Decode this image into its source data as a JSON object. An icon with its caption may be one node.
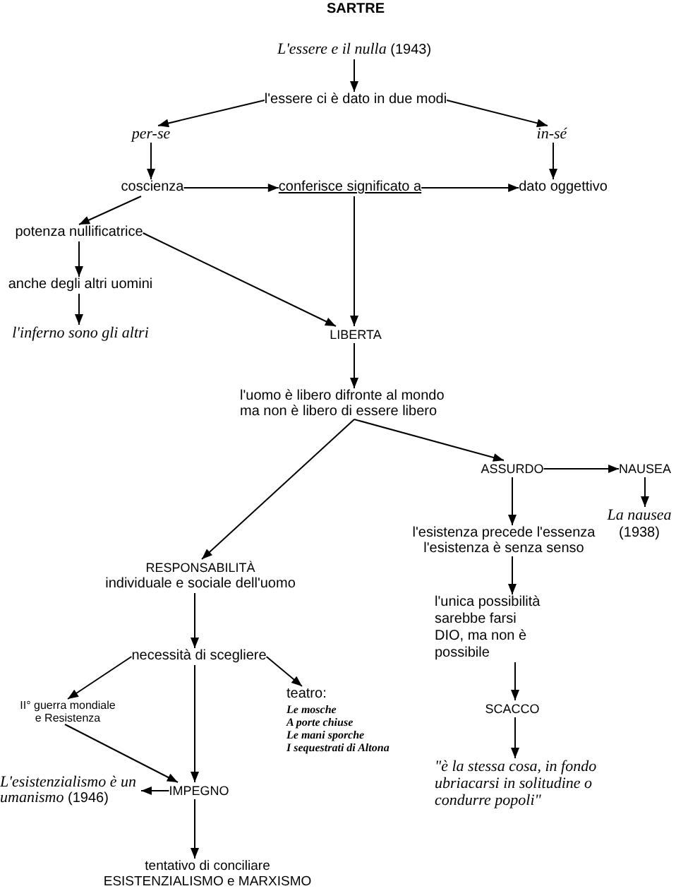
{
  "diagram": {
    "title": "SARTRE",
    "nodes": [
      {
        "text": [
          "*L'essere e il nulla* (1943)"
        ]
      },
      {
        "text": [
          "l'essere ci è dato in due modi"
        ]
      },
      {
        "text": [
          "per-se"
        ]
      },
      {
        "text": [
          "in-sé"
        ]
      },
      {
        "text": [
          "coscienza"
        ]
      },
      {
        "text": [
          "conferisce significato a"
        ]
      },
      {
        "text": [
          "dato oggettivo"
        ]
      },
      {
        "text": [
          "potenza nullificatrice"
        ]
      },
      {
        "text": [
          "anche degli altri uomini"
        ]
      },
      {
        "text": [
          "l'inferno sono gli altri"
        ]
      },
      {
        "text": [
          "LIBERTA"
        ]
      },
      {
        "text": [
          "l'uomo è libero difronte al mondo ma non è libero di essere libero"
        ]
      },
      {
        "text": [
          "ASSURDO"
        ]
      },
      {
        "text": [
          "NAUSEA"
        ]
      },
      {
        "text": [
          "*La nausea* (1938)"
        ]
      },
      {
        "text": [
          "l'esistenza precede l'essenza l'esistenza è senza senso"
        ]
      },
      {
        "text": [
          "RESPONSABILITÀ",
          "individuale e sociale dell'uomo"
        ]
      },
      {
        "text": [
          "l'unica possibilità sarebbe farsi DIO, ma non è possibile"
        ]
      },
      {
        "text": [
          "necessità di scegliere"
        ]
      },
      {
        "text": [
          "II° guerra mondiale e Resistenza"
        ]
      },
      {
        "text": [
          "teatro:",
          "Le mosche",
          "A porte chiuse",
          "Le mani sporche",
          "I sequestrati di Altona"
        ]
      },
      {
        "text": [
          "SCACCO"
        ]
      },
      {
        "text": [
          "IMPEGNO"
        ]
      },
      {
        "text": [
          "*L'esistenzialismo è un umanismo* (1946)"
        ]
      },
      {
        "text": [
          "\"è la stessa cosa, in fondo ubriacarsi in solitudine o condurre popoli\""
        ]
      },
      {
        "text": [
          "tentativo di conciliare ESISTENZIALISMO e MARXISMO"
        ]
      }
    ],
    "edges": [
      {
        "from": 0,
        "to": 1,
        "arrow": "to"
      },
      {
        "from": 1,
        "to": 2,
        "arrow": "to"
      },
      {
        "from": 1,
        "to": 3,
        "arrow": "to"
      },
      {
        "from": 2,
        "to": 4,
        "arrow": "to"
      },
      {
        "from": 3,
        "to": 6,
        "arrow": "to"
      },
      {
        "from": 4,
        "to": 5,
        "arrow": "to"
      },
      {
        "from": 5,
        "to": 6,
        "arrow": "to"
      },
      {
        "from": 4,
        "to": 7,
        "arrow": "to"
      },
      {
        "from": 5,
        "to": 10,
        "arrow": "to"
      },
      {
        "from": 7,
        "to": 10,
        "arrow": "to"
      },
      {
        "from": 7,
        "to": 8,
        "arrow": "to"
      },
      {
        "from": 8,
        "to": 9,
        "arrow": "to"
      },
      {
        "from": 10,
        "to": 11,
        "arrow": "to"
      },
      {
        "from": 11,
        "to": 16,
        "arrow": "to"
      },
      {
        "from": 11,
        "to": 12,
        "arrow": "to"
      },
      {
        "from": 12,
        "to": 13,
        "arrow": "to"
      },
      {
        "from": 13,
        "to": 14,
        "arrow": "to"
      },
      {
        "from": 12,
        "to": 15,
        "arrow": "to"
      },
      {
        "from": 15,
        "to": 17,
        "arrow": "to"
      },
      {
        "from": 17,
        "to": 21,
        "arrow": "to"
      },
      {
        "from": 21,
        "to": 24,
        "arrow": "to"
      },
      {
        "from": 16,
        "to": 18,
        "arrow": "to"
      },
      {
        "from": 18,
        "to": 19,
        "arrow": "to"
      },
      {
        "from": 18,
        "to": 20,
        "arrow": "to"
      },
      {
        "from": 18,
        "to": 22,
        "arrow": "to"
      },
      {
        "from": 19,
        "to": 22,
        "arrow": "to"
      },
      {
        "from": 22,
        "to": 23,
        "arrow": "to"
      },
      {
        "from": 22,
        "to": 25,
        "arrow": "to"
      }
    ]
  }
}
